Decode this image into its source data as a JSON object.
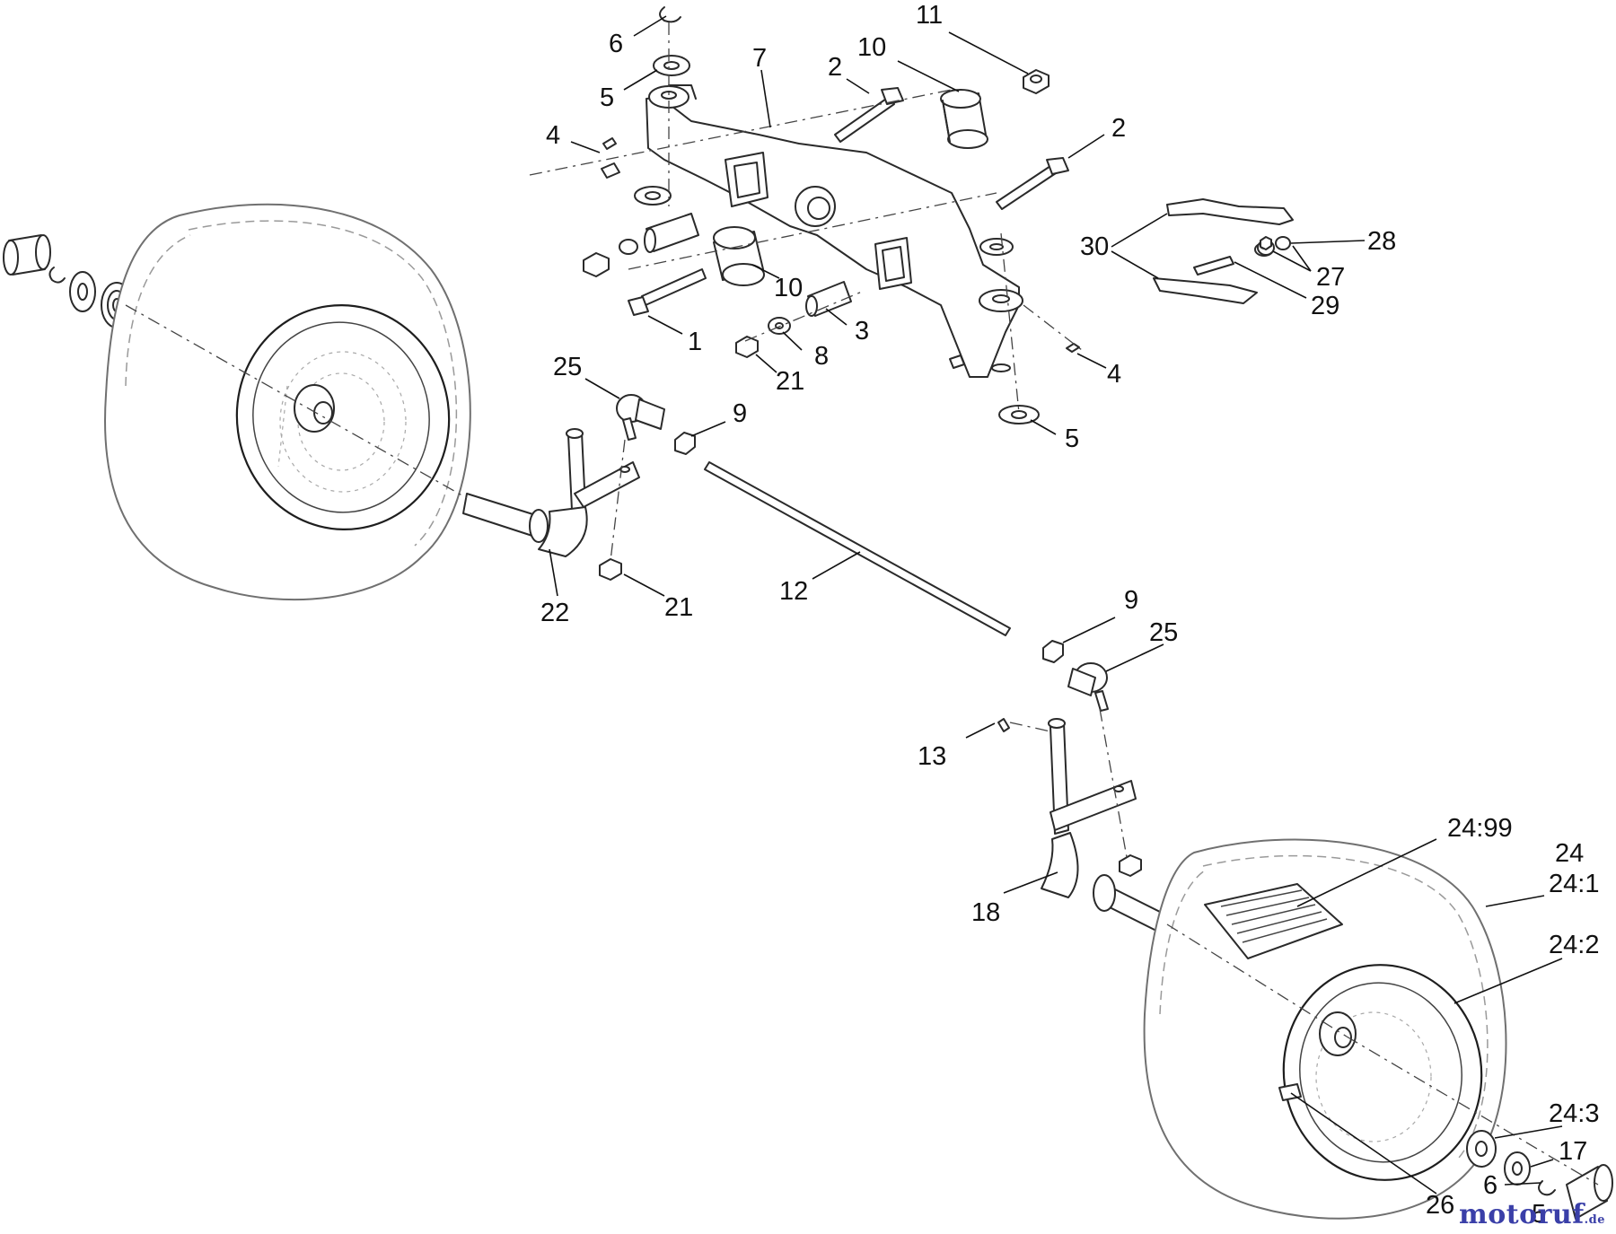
{
  "diagram": {
    "callouts": [
      {
        "id": "c6a",
        "text": "6"
      },
      {
        "id": "c5a",
        "text": "5"
      },
      {
        "id": "c7",
        "text": "7"
      },
      {
        "id": "c2a",
        "text": "2"
      },
      {
        "id": "c10a",
        "text": "10"
      },
      {
        "id": "c11",
        "text": "11"
      },
      {
        "id": "c2b",
        "text": "2"
      },
      {
        "id": "c4a",
        "text": "4"
      },
      {
        "id": "c30",
        "text": "30"
      },
      {
        "id": "c28",
        "text": "28"
      },
      {
        "id": "c27",
        "text": "27"
      },
      {
        "id": "c29",
        "text": "29"
      },
      {
        "id": "c10b",
        "text": "10"
      },
      {
        "id": "c3",
        "text": "3"
      },
      {
        "id": "c1",
        "text": "1"
      },
      {
        "id": "c8",
        "text": "8"
      },
      {
        "id": "c21a",
        "text": "21"
      },
      {
        "id": "c4b",
        "text": "4"
      },
      {
        "id": "c5b",
        "text": "5"
      },
      {
        "id": "c25a",
        "text": "25"
      },
      {
        "id": "c9a",
        "text": "9"
      },
      {
        "id": "c12",
        "text": "12"
      },
      {
        "id": "c22",
        "text": "22"
      },
      {
        "id": "c21b",
        "text": "21"
      },
      {
        "id": "c9b",
        "text": "9"
      },
      {
        "id": "c25b",
        "text": "25"
      },
      {
        "id": "c13",
        "text": "13"
      },
      {
        "id": "c18",
        "text": "18"
      },
      {
        "id": "c2499",
        "text": "24:99"
      },
      {
        "id": "c24",
        "text": "24"
      },
      {
        "id": "c241",
        "text": "24:1"
      },
      {
        "id": "c242",
        "text": "24:2"
      },
      {
        "id": "c243",
        "text": "24:3"
      },
      {
        "id": "c17",
        "text": "17"
      },
      {
        "id": "c6b",
        "text": "6"
      },
      {
        "id": "c26",
        "text": "26"
      },
      {
        "id": "c5c",
        "text": "5"
      }
    ]
  },
  "watermark": {
    "brand": "motoruf",
    "suffix": ".de"
  }
}
